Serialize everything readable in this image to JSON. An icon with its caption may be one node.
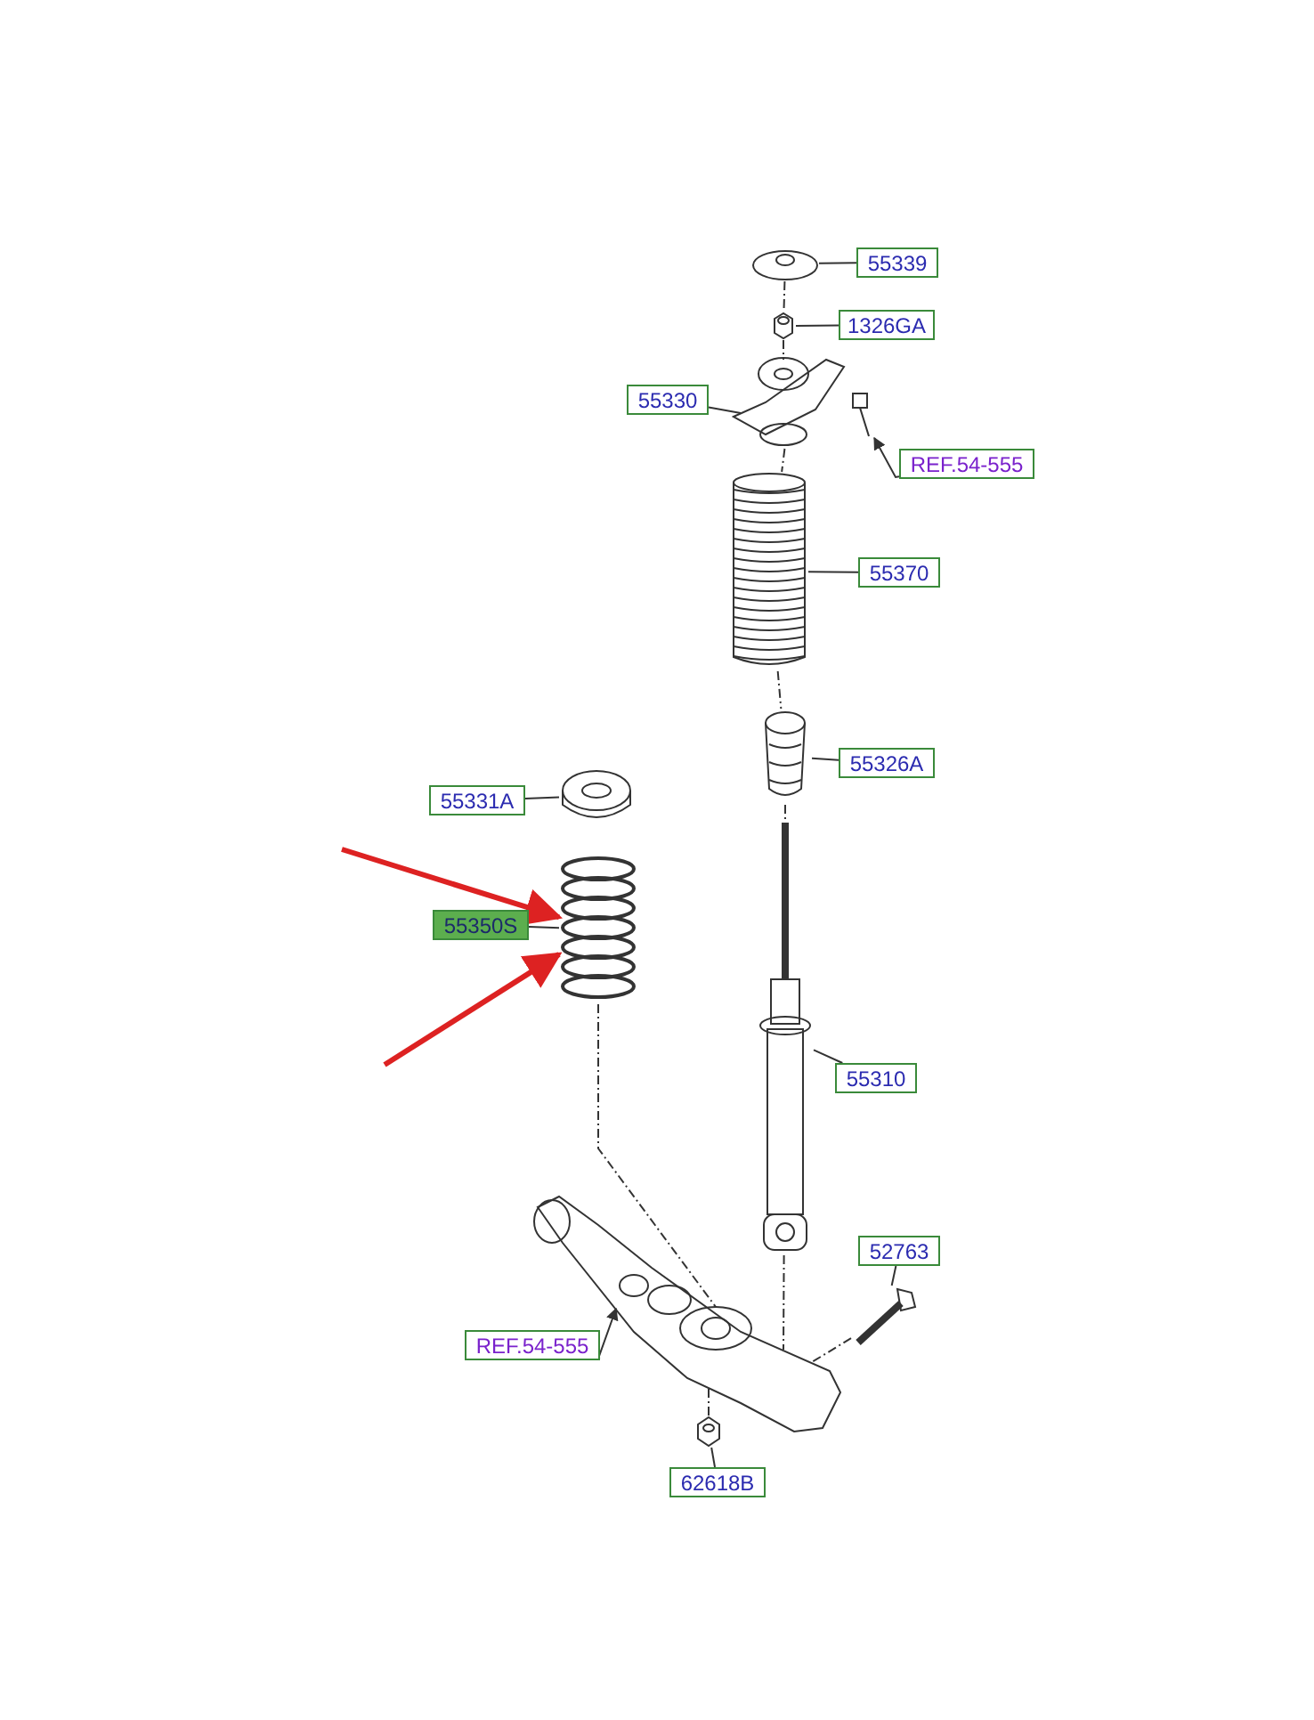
{
  "diagram": {
    "nodes": [
      {
        "text": [
          "55339"
        ]
      },
      {
        "text": [
          "1326GA"
        ]
      },
      {
        "text": [
          "55330"
        ]
      },
      {
        "text": [
          "REF.54-555"
        ]
      },
      {
        "text": [
          "55370"
        ]
      },
      {
        "text": [
          "55326A"
        ]
      },
      {
        "text": [
          "55331A"
        ]
      },
      {
        "text": [
          "55350S"
        ]
      },
      {
        "text": [
          "55310"
        ]
      },
      {
        "text": [
          "52763"
        ]
      },
      {
        "text": [
          "REF.54-555"
        ]
      },
      {
        "text": [
          "62618B"
        ]
      },
      {
        "text": [],
        "shape": "picture"
      },
      {
        "text": [],
        "shape": "picture"
      },
      {
        "text": [],
        "shape": "picture"
      },
      {
        "text": [],
        "shape": "picture"
      },
      {
        "text": [],
        "shape": "picture"
      },
      {
        "text": [],
        "shape": "picture"
      },
      {
        "text": [],
        "shape": "picture"
      },
      {
        "text": [],
        "shape": "picture"
      },
      {
        "text": [],
        "shape": "picture"
      },
      {
        "text": [],
        "shape": "picture"
      },
      {
        "text": [],
        "shape": "picture"
      },
      {
        "text": [],
        "shape": "picture"
      }
    ],
    "edges": [
      {
        "from": 0,
        "to": 12,
        "arrow": "none"
      },
      {
        "from": 1,
        "to": 13,
        "arrow": "none"
      },
      {
        "from": 2,
        "to": 14,
        "arrow": "none"
      },
      {
        "from": 3,
        "to": 15,
        "arrow": "to"
      },
      {
        "from": 4,
        "to": 16,
        "arrow": "none"
      },
      {
        "from": 5,
        "to": 17,
        "arrow": "none"
      },
      {
        "from": 6,
        "to": 18,
        "arrow": "none"
      },
      {
        "from": 7,
        "to": 19,
        "arrow": "none"
      },
      {
        "from": 8,
        "to": 20,
        "arrow": "none"
      },
      {
        "from": 9,
        "to": 21,
        "arrow": "none"
      },
      {
        "from": 10,
        "to": 22,
        "arrow": "to"
      },
      {
        "from": 11,
        "to": 23,
        "arrow": "none"
      },
      {
        "from": 12,
        "to": 13,
        "arrow": "none",
        "style": "dashed"
      },
      {
        "from": 13,
        "to": 14,
        "arrow": "none",
        "style": "dashed"
      },
      {
        "from": 14,
        "to": 16,
        "arrow": "none",
        "style": "dashed"
      },
      {
        "from": 16,
        "to": 17,
        "arrow": "none",
        "style": "dashed"
      },
      {
        "from": 17,
        "to": 20,
        "arrow": "none",
        "style": "dashed"
      },
      {
        "from": 19,
        "to": 22,
        "arrow": "none",
        "style": "dashed"
      },
      {
        "from": 20,
        "to": 22,
        "arrow": "none",
        "style": "dashed"
      },
      {
        "from": 21,
        "to": 22,
        "arrow": "none",
        "style": "dashed"
      },
      {
        "from": 23,
        "to": 22,
        "arrow": "none",
        "style": "dashed"
      },
      {
        "from": null,
        "to": 19,
        "arrow": "to",
        "color": "#dd2222",
        "style": "thick"
      },
      {
        "from": null,
        "to": 19,
        "arrow": "to",
        "color": "#dd2222",
        "style": "thick"
      }
    ]
  }
}
